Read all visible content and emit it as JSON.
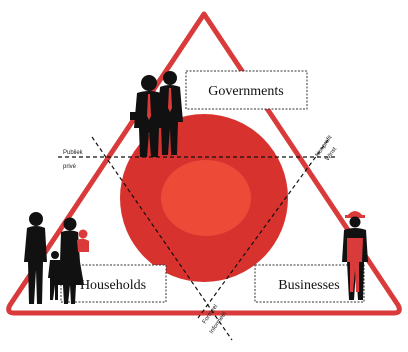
{
  "sectors": {
    "top": {
      "label": "Governments",
      "figure": "government-officials-icon"
    },
    "left": {
      "label": "Households",
      "figure": "family-icon"
    },
    "right": {
      "label": "Businesses",
      "figure": "worker-icon"
    }
  },
  "divides": {
    "horizontal": {
      "upper": "Publiek",
      "lower": "privé"
    },
    "right_diagonal": {
      "left": "Nonprofit",
      "right": "Winst"
    },
    "left_diagonal": {
      "upper": "Formeel",
      "lower": "Informeel"
    }
  },
  "colors": {
    "triangle_border": "#d93a3a",
    "circle_outer": "#d8322f",
    "circle_inner": "#ee4a38",
    "figure": "#111111",
    "accent": "#d93a3a"
  }
}
